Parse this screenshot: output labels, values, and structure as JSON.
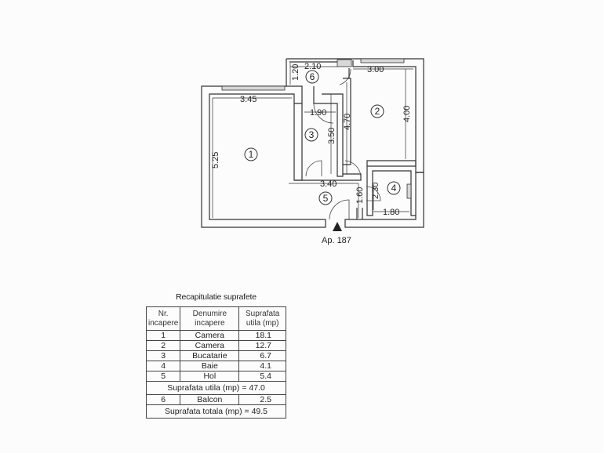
{
  "floor_plan": {
    "apartment_label": "Ap. 187",
    "rooms": [
      {
        "number": "1",
        "name": "Camera"
      },
      {
        "number": "2",
        "name": "Camera"
      },
      {
        "number": "3",
        "name": "Bucatarie"
      },
      {
        "number": "4",
        "name": "Baie"
      },
      {
        "number": "5",
        "name": "Hol"
      },
      {
        "number": "6",
        "name": "Balcon"
      }
    ],
    "dimensions": {
      "room1_width": "3.45",
      "room1_length": "5.25",
      "balcony_width": "2.10",
      "balcony_depth": "1.20",
      "room2_width": "3.00",
      "room2_length": "4.00",
      "kitchen_width": "1.90",
      "kitchen_length": "3.50",
      "corridor_length": "4.70",
      "hall_width": "3.40",
      "hall_depth": "1.60",
      "bath_depth": "2.30",
      "bath_width": "1.80"
    }
  },
  "summary": {
    "title": "Recapitulatie suprafete",
    "headers": {
      "nr": "Nr. incapere",
      "name": "Denumire incapere",
      "area": "Suprafata utila (mp)"
    },
    "rows": [
      {
        "nr": "1",
        "name": "Camera",
        "area": "18.1"
      },
      {
        "nr": "2",
        "name": "Camera",
        "area": "12.7"
      },
      {
        "nr": "3",
        "name": "Bucatarie",
        "area": "6.7"
      },
      {
        "nr": "4",
        "name": "Baie",
        "area": "4.1"
      },
      {
        "nr": "5",
        "name": "Hol",
        "area": "5.4"
      }
    ],
    "useful_total": "Suprafata utila (mp) = 47.0",
    "balcony_row": {
      "nr": "6",
      "name": "Balcon",
      "area": "2.5"
    },
    "grand_total": "Suprafata totala (mp) = 49.5"
  }
}
